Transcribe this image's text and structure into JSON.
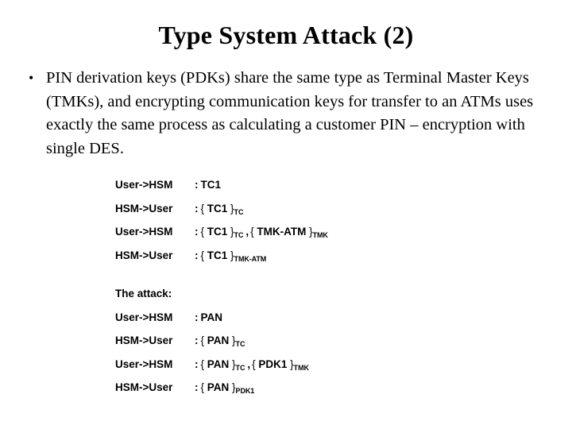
{
  "slide": {
    "title": "Type System Attack (2)",
    "background_color": "#ffffff",
    "text_color": "#000000"
  },
  "bullets": [
    {
      "marker": "•",
      "text": "PIN derivation keys (PDKs) share the same type as Terminal Master Keys (TMKs), and encrypting communication keys for transfer to an ATMs uses exactly the same process as calculating a customer PIN – encryption with single DES."
    }
  ],
  "trace_block_1": {
    "heading": "",
    "lines": [
      {
        "party": "User->HSM",
        "colon": ":",
        "items": [
          {
            "open": "",
            "body": "TC1",
            "close": "",
            "sub": ""
          }
        ]
      },
      {
        "party": "HSM->User",
        "colon": ":",
        "items": [
          {
            "open": "{",
            "body": "TC1",
            "close": "}",
            "sub": "TC"
          }
        ]
      },
      {
        "party": "User->HSM",
        "colon": ":",
        "items": [
          {
            "open": "{",
            "body": "TC1",
            "close": "}",
            "sub": "TC"
          },
          {
            "open": "{",
            "body": "TMK-ATM",
            "close": "}",
            "sub": "TMK"
          }
        ]
      },
      {
        "party": "HSM->User",
        "colon": ":",
        "items": [
          {
            "open": "{",
            "body": "TC1",
            "close": "}",
            "sub": "TMK-ATM"
          }
        ]
      }
    ]
  },
  "trace_block_2": {
    "heading": "The attack:",
    "lines": [
      {
        "party": "User->HSM",
        "colon": ":",
        "items": [
          {
            "open": "",
            "body": "PAN",
            "close": "",
            "sub": ""
          }
        ]
      },
      {
        "party": "HSM->User",
        "colon": ":",
        "items": [
          {
            "open": "{",
            "body": "PAN",
            "close": "}",
            "sub": "TC"
          }
        ]
      },
      {
        "party": "User->HSM",
        "colon": ":",
        "items": [
          {
            "open": "{",
            "body": "PAN",
            "close": "}",
            "sub": "TC"
          },
          {
            "open": "{",
            "body": "PDK1",
            "close": "}",
            "sub": "TMK"
          }
        ]
      },
      {
        "party": "HSM->User",
        "colon": ":",
        "items": [
          {
            "open": "{",
            "body": "PAN",
            "close": "}",
            "sub": "PDK1"
          }
        ]
      }
    ]
  },
  "separator": {
    "comma": ","
  }
}
